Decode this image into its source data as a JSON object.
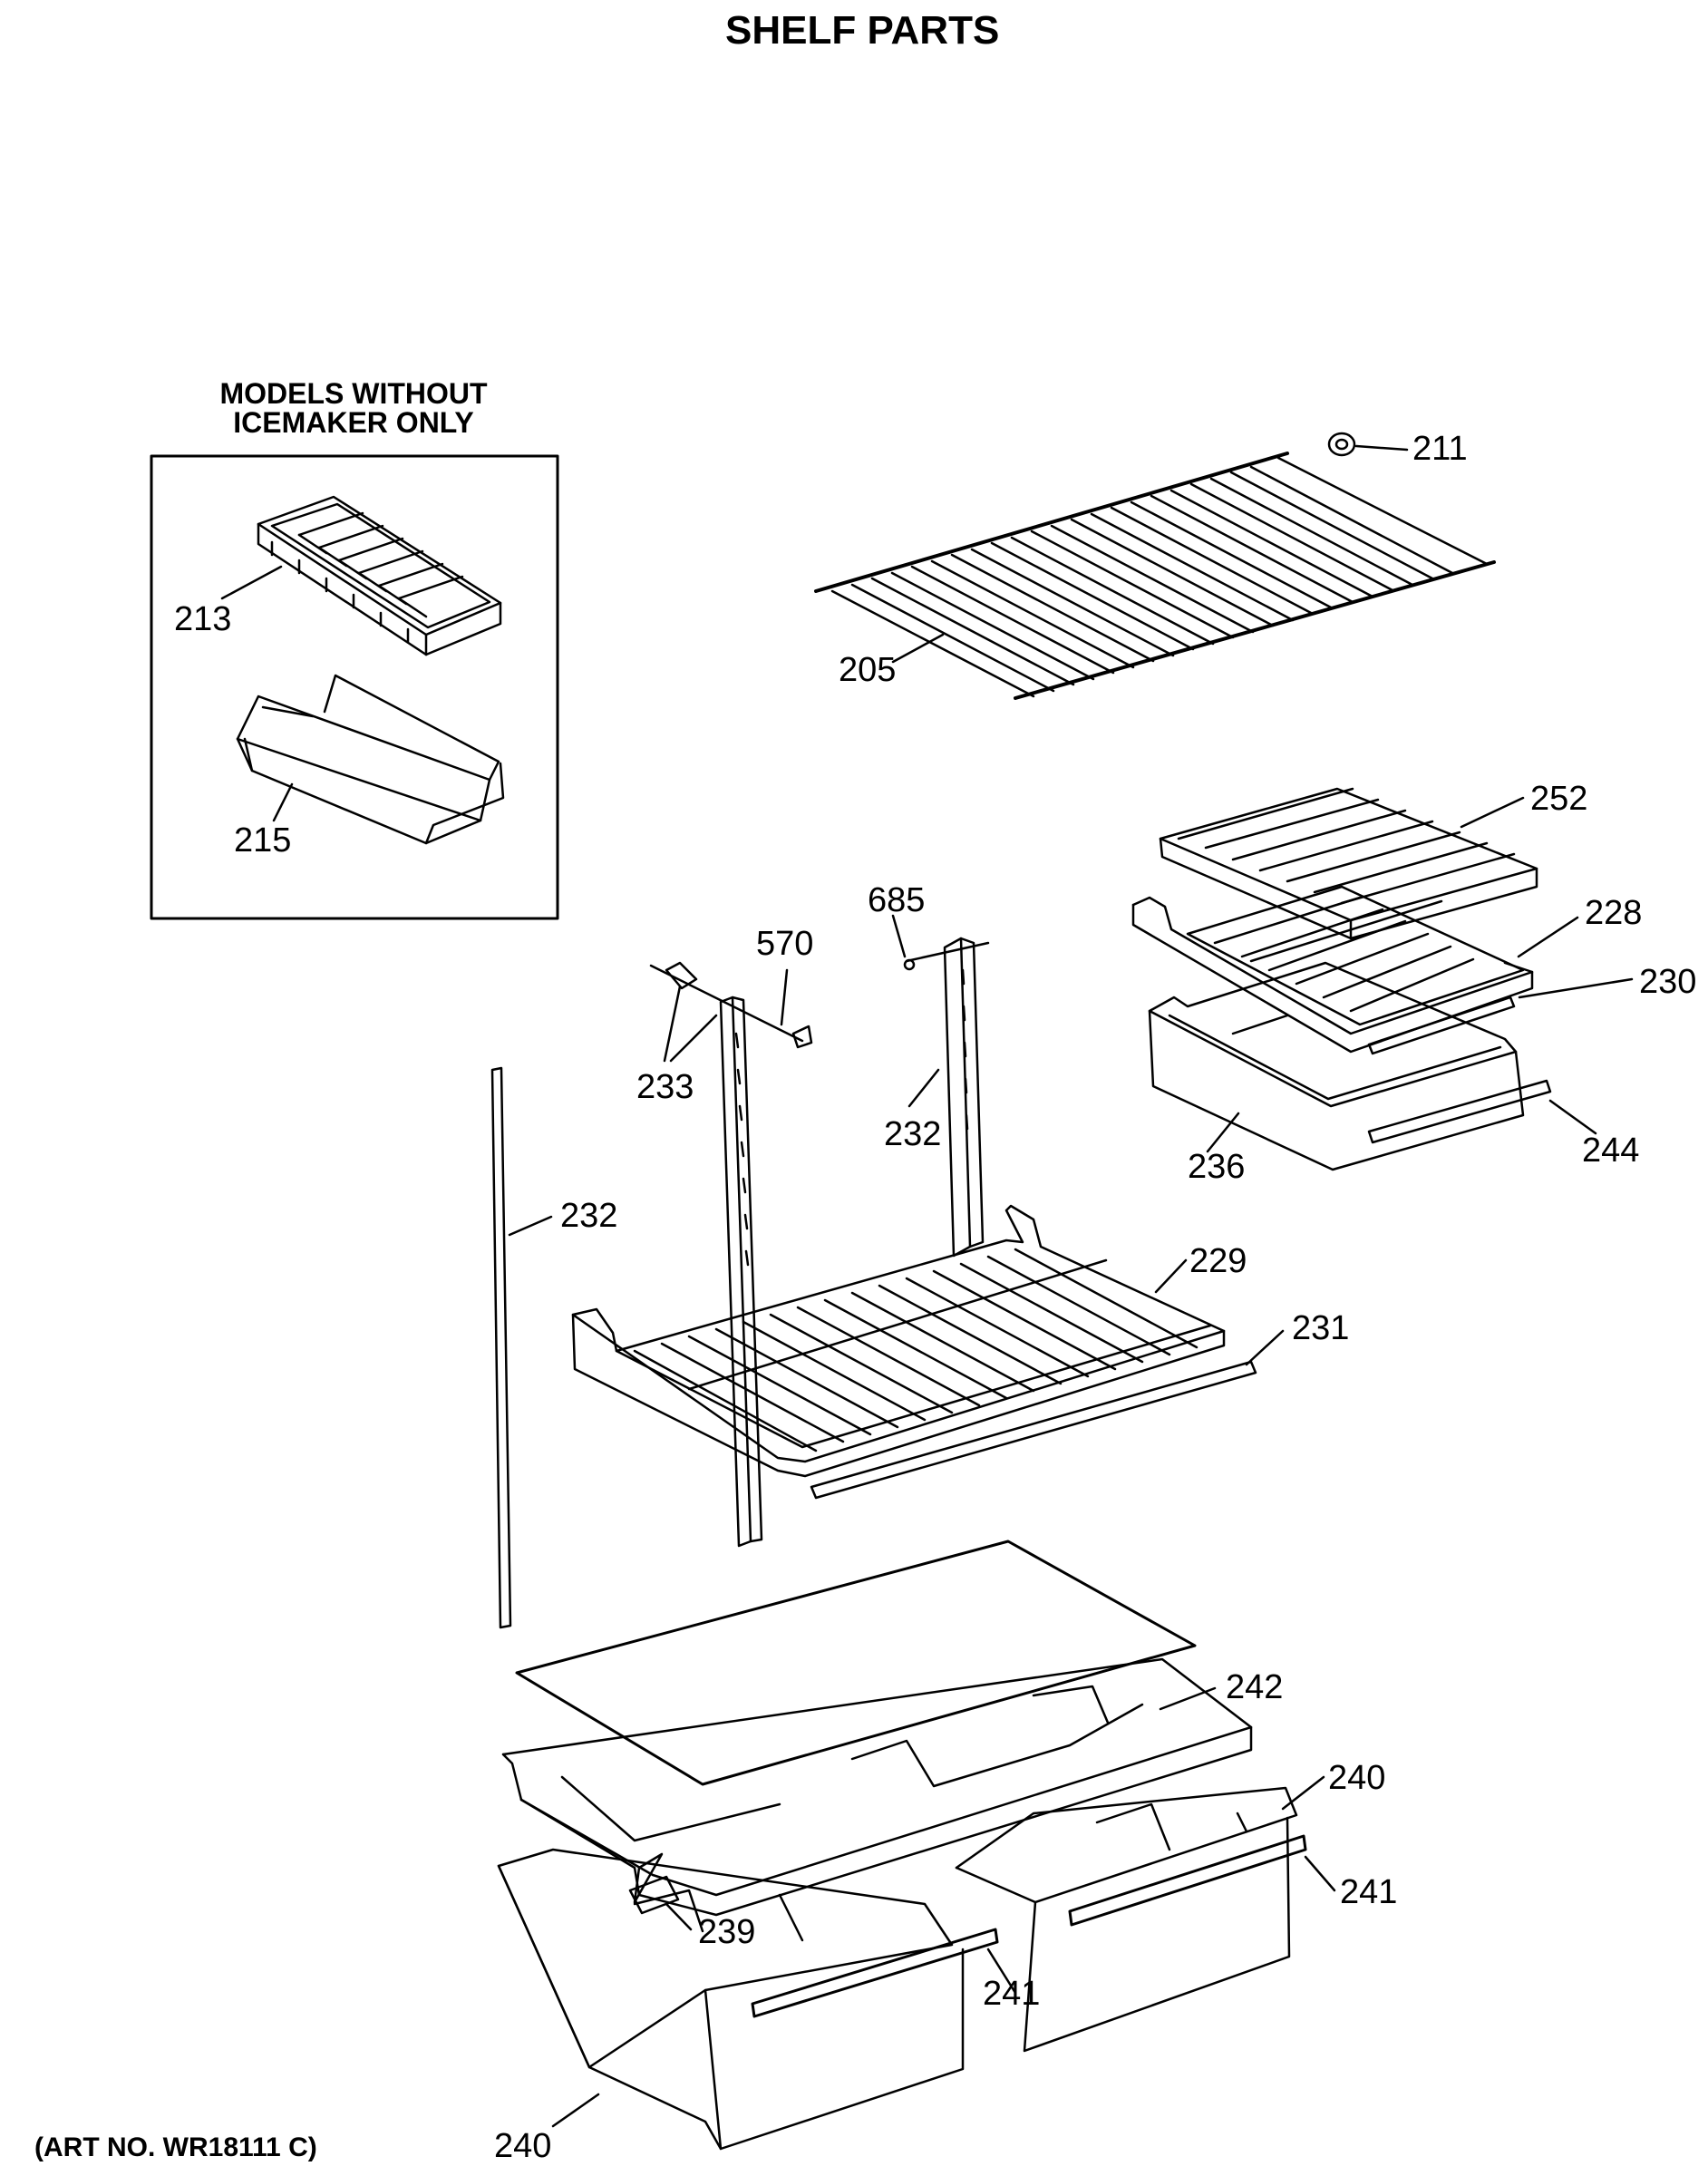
{
  "header": {
    "title": "SHELF PARTS"
  },
  "box": {
    "title_line1": "MODELS WITHOUT",
    "title_line2": "ICEMAKER ONLY"
  },
  "footer": {
    "art_no": "(ART NO. WR18111 C)"
  },
  "callouts": {
    "c211": "211",
    "c213": "213",
    "c205": "205",
    "c215": "215",
    "c252": "252",
    "c228": "228",
    "c230": "230",
    "c685": "685",
    "c570": "570",
    "c233": "233",
    "c232a": "232",
    "c232b": "232",
    "c236": "236",
    "c244": "244",
    "c229": "229",
    "c231": "231",
    "c242": "242",
    "c240a": "240",
    "c241a": "241",
    "c239": "239",
    "c241b": "241",
    "c240b": "240"
  }
}
